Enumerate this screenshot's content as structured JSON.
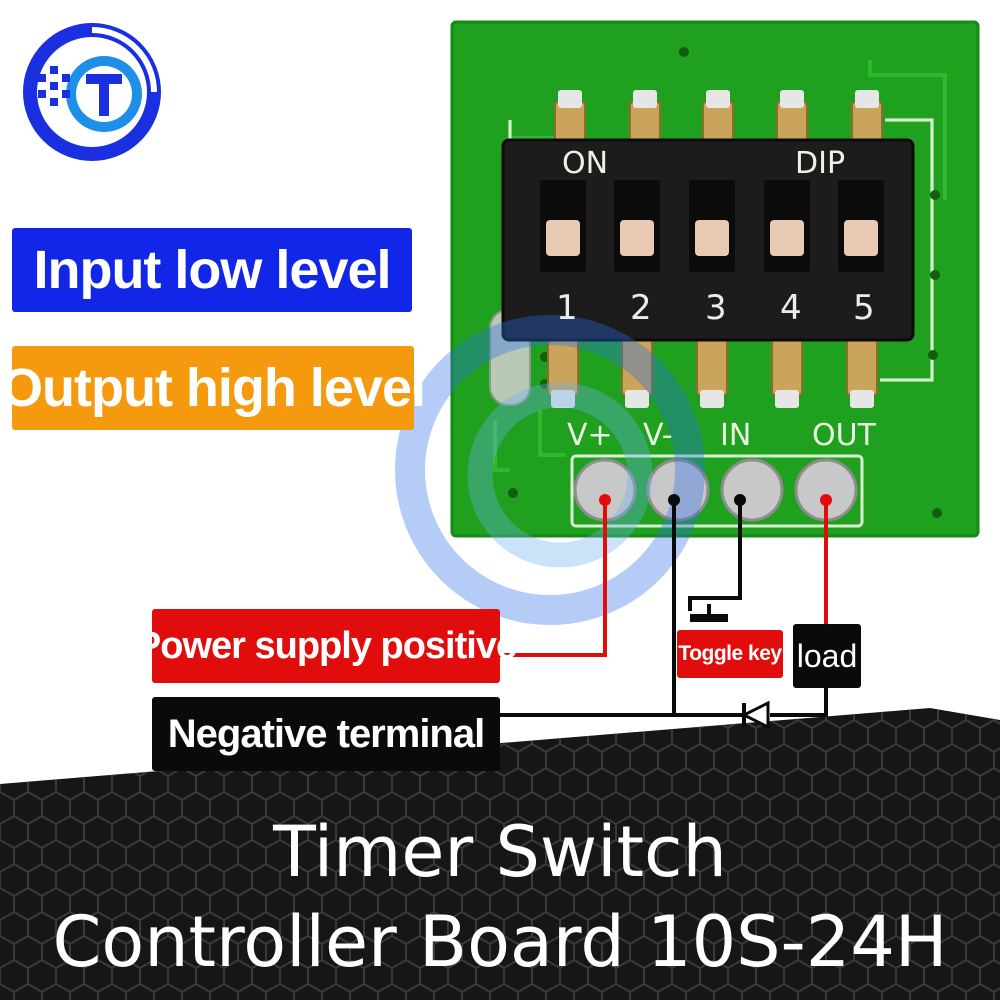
{
  "labels": {
    "input_low": "Input low level",
    "output_high": "Output high level",
    "power_positive": "Power supply positive",
    "negative_terminal": "Negative terminal",
    "toggle_key": "Toggle key",
    "load": "load"
  },
  "board": {
    "switch_on": "ON",
    "switch_dip": "DIP",
    "switch_numbers": [
      "1",
      "2",
      "3",
      "4",
      "5"
    ],
    "pins": [
      "V+",
      "V-",
      "IN",
      "OUT"
    ]
  },
  "title": {
    "line1": "Timer Switch",
    "line2": "Controller Board 10S-24H"
  },
  "colors": {
    "blue": "#1226e8",
    "orange": "#f59a0e",
    "red": "#e10d0d",
    "black": "#0a0a0a",
    "pcb_green": "#1fa11f"
  },
  "icons": [
    "brand-logo-icon",
    "diode-icon",
    "push-button-icon"
  ]
}
